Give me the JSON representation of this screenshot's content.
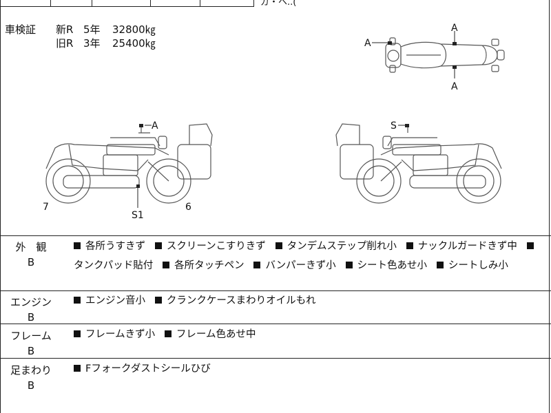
{
  "inspection": {
    "label": "車検証",
    "rows": [
      {
        "type": "新R",
        "years": "5年",
        "km": "32800㎏"
      },
      {
        "type": "旧R",
        "years": "3年",
        "km": "25400㎏"
      }
    ]
  },
  "top_text": "ガ・ヘ..(",
  "diagram_labels": {
    "top_a_up": "A",
    "top_a_left": "A",
    "top_a_down": "A",
    "left_a": "A",
    "left_7": "7",
    "left_6": "6",
    "left_s1": "S1",
    "right_s": "S"
  },
  "sections": [
    {
      "name": "外　観",
      "grade": "B",
      "items": [
        "各所うすきず",
        "スクリーンこすりきず",
        "タンデムステップ削れ小",
        "ナックルガードきず中",
        "タンクパッド貼付",
        "各所タッチペン",
        "バンパーきず小",
        "シート色あせ小",
        "シートしみ小"
      ]
    },
    {
      "name": "エンジン",
      "grade": "B",
      "items": [
        "エンジン音小",
        "クランクケースまわりオイルもれ"
      ]
    },
    {
      "name": "フレーム",
      "grade": "B",
      "items": [
        "フレームきず小",
        "フレーム色あせ中"
      ]
    },
    {
      "name": "足まわり",
      "grade": "B",
      "items": [
        "Fフォークダストシールひび"
      ]
    }
  ]
}
